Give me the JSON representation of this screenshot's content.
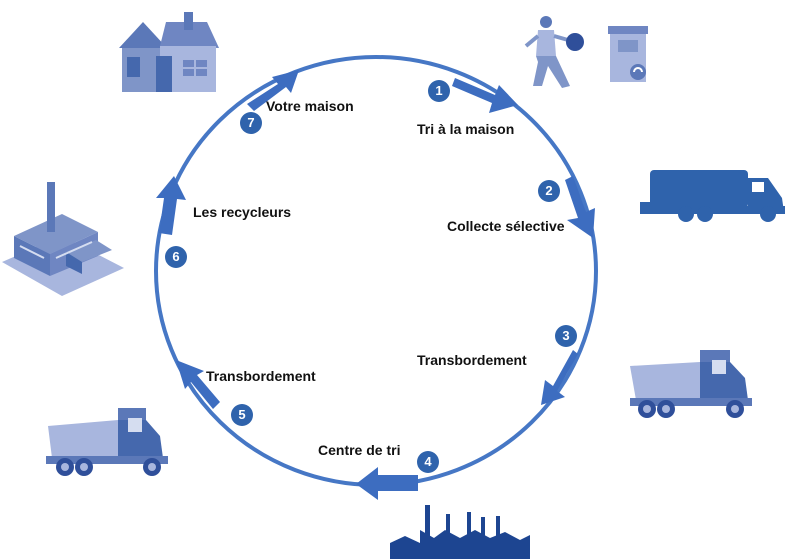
{
  "colors": {
    "ring": "#4677c5",
    "arrow": "#3d6dc0",
    "badge": "#2f63ac",
    "icon_light": "#7f95c8",
    "icon_mid": "#5b78b8",
    "icon_dark": "#2f4f9a",
    "icon_pale": "#a8b6de",
    "factory_dark": "#1d4591"
  },
  "steps": [
    {
      "number": "1",
      "label": "Tri à la maison",
      "icon": "person-sorting-trash-icon"
    },
    {
      "number": "2",
      "label": "Collecte sélective",
      "icon": "garbage-truck-icon"
    },
    {
      "number": "3",
      "label": "Transbordement",
      "icon": "dump-truck-icon"
    },
    {
      "number": "4",
      "label": "Centre de tri",
      "icon": "factory-skyline-icon"
    },
    {
      "number": "5",
      "label": "Transbordement",
      "icon": "dump-truck-icon"
    },
    {
      "number": "6",
      "label": "Les recycleurs",
      "icon": "recycling-plant-icon"
    },
    {
      "number": "7",
      "label": "Votre maison",
      "icon": "house-icon"
    }
  ]
}
